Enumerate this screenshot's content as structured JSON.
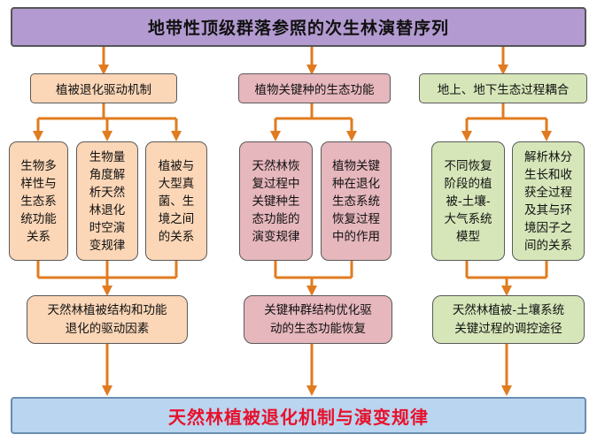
{
  "title": "地带性顶级群落参照的次生林演替序列",
  "columns": [
    {
      "header": "植被退化驱动机制",
      "items": [
        "生物多\n样性与\n生态系\n统功能\n关系",
        "生物量\n角度解\n析天然\n林退化\n时空演\n变规律",
        "植被与\n大型真\n菌、生\n境之间\n的关系"
      ],
      "result": "天然林植被结构和功能\n退化的驱动因素"
    },
    {
      "header": "植物关键种的生态功能",
      "items": [
        "天然林恢\n复过程中\n关键种生\n态功能的\n演变规律",
        "植物关键\n种在退化\n生态系统\n恢复过程\n中的作用"
      ],
      "result": "关键种群结构优化驱\n动的生态功能恢复"
    },
    {
      "header": "地上、地下生态过程耦合",
      "items": [
        "不同恢复\n阶段的植\n被-土壤-\n大气系统\n模型",
        "解析林分\n生长和收\n获全过程\n及其与环\n境因子之\n间的关系"
      ],
      "result": "天然林植被-土壤系统\n关键过程的调控途径"
    }
  ],
  "conclusion": "天然林植被退化机制与演变规律",
  "colors": {
    "title_bg": "#b39ad1",
    "bottom_bg": "#b9d5ef",
    "conclusion_text": "#e8112d",
    "orange": "#fbd6b7",
    "pink": "#e6b7bd",
    "green": "#d6e6b9",
    "arrow": "#e07b20"
  }
}
